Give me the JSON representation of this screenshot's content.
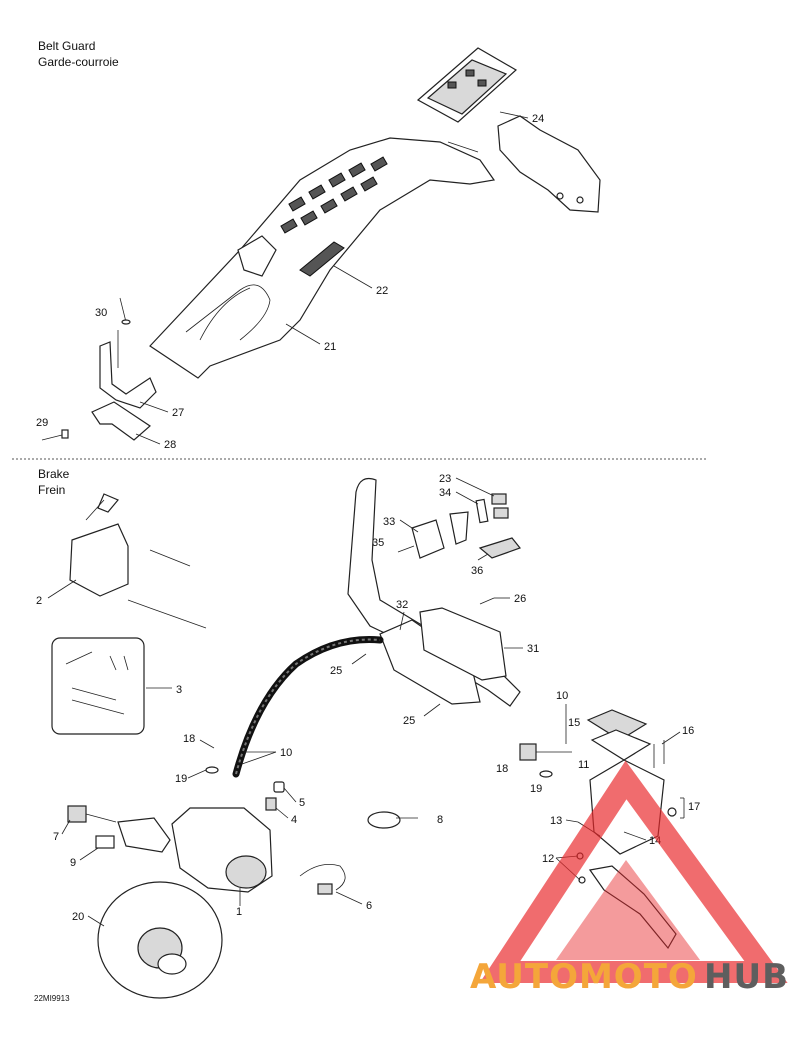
{
  "sections": {
    "belt_guard": {
      "title_en": "Belt Guard",
      "title_fr": "Garde-courroie"
    },
    "brake": {
      "title_en": "Brake",
      "title_fr": "Frein"
    }
  },
  "callouts": {
    "c1": "1",
    "c2": "2",
    "c3": "3",
    "c4": "4",
    "c5": "5",
    "c6": "6",
    "c7": "7",
    "c8": "8",
    "c9": "9",
    "c10a": "10",
    "c10b": "10",
    "c11": "11",
    "c12": "12",
    "c13": "13",
    "c14": "14",
    "c15": "15",
    "c16": "16",
    "c17": "17",
    "c18a": "18",
    "c18b": "18",
    "c19a": "19",
    "c19b": "19",
    "c20": "20",
    "c21": "21",
    "c22": "22",
    "c23": "23",
    "c24": "24",
    "c25a": "25",
    "c25b": "25",
    "c26": "26",
    "c27": "27",
    "c28": "28",
    "c29": "29",
    "c30": "30",
    "c31": "31",
    "c32": "32",
    "c33": "33",
    "c34": "34",
    "c35": "35",
    "c36": "36"
  },
  "drawing_code": "22MI9913",
  "watermark": {
    "part1": "AUTOMOTO",
    "part2": "HUB",
    "color1": "#f4a63a",
    "color2": "#5e5e5e",
    "triangle_color": "#e8282b"
  }
}
